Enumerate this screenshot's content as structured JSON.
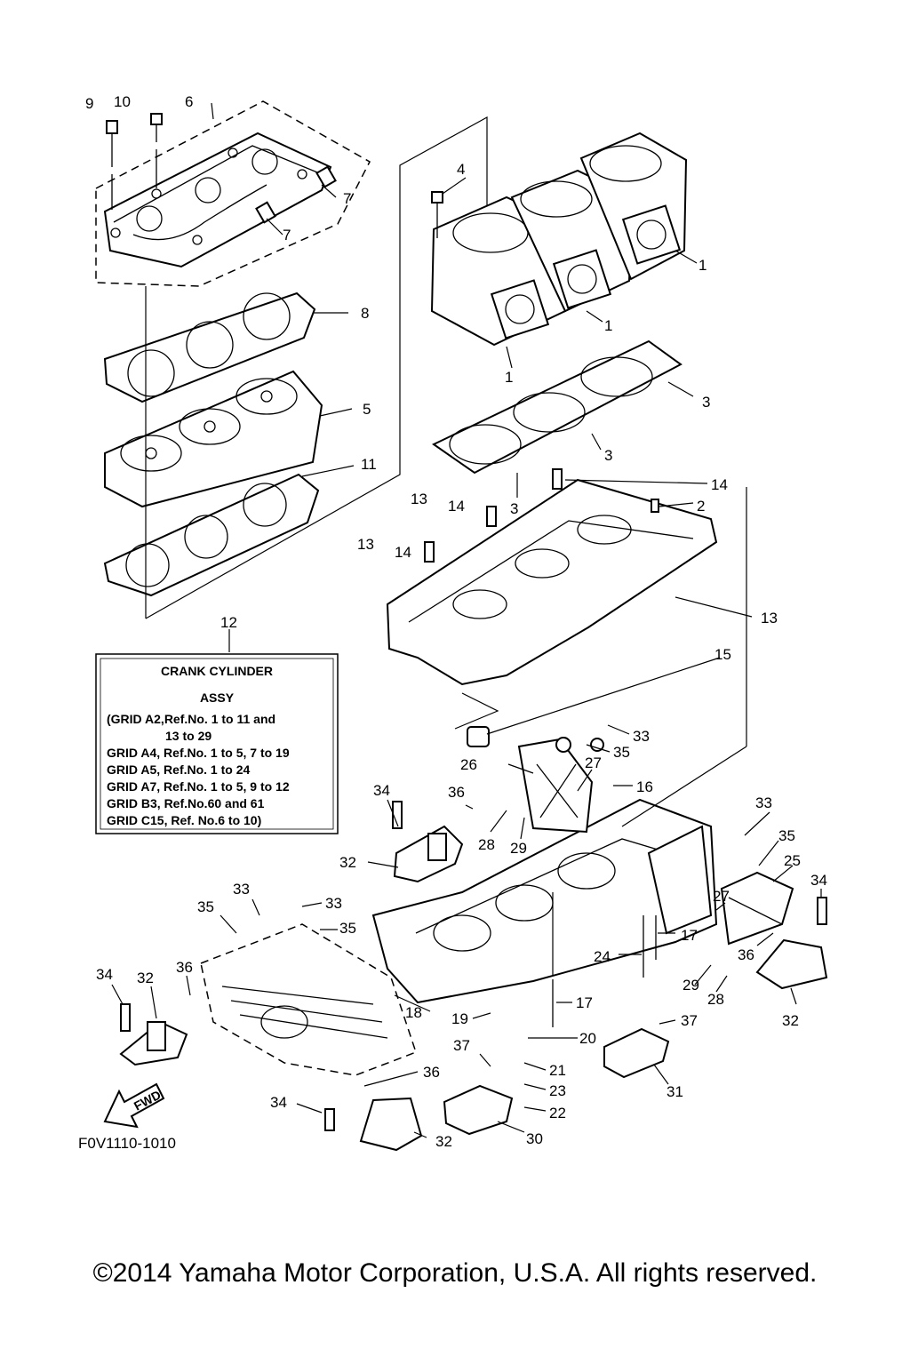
{
  "diagram": {
    "callouts": {
      "p1": "1",
      "p2": "2",
      "p3": "3",
      "p4": "4",
      "p5": "5",
      "p6": "6",
      "p7": "7",
      "p8": "8",
      "p9": "9",
      "p10": "10",
      "p11": "11",
      "p12": "12",
      "p13": "13",
      "p14": "14",
      "p15": "15",
      "p16": "16",
      "p17": "17",
      "p18": "18",
      "p19": "19",
      "p20": "20",
      "p21": "21",
      "p22": "22",
      "p23": "23",
      "p24": "24",
      "p25": "25",
      "p26": "26",
      "p27": "27",
      "p28": "28",
      "p29": "29",
      "p30": "30",
      "p31": "31",
      "p32": "32",
      "p33": "33",
      "p34": "34",
      "p35": "35",
      "p36": "36",
      "p37": "37"
    },
    "assy_box": {
      "title_1": "CRANK CYLINDER",
      "title_2": "ASSY",
      "lines": [
        "(GRID A2,Ref.No. 1 to 11 and",
        "13 to 29",
        "GRID A4, Ref.No. 1 to 5, 7 to 19",
        "GRID A5, Ref.No. 1 to 24",
        "GRID A7, Ref.No. 1 to 5, 9 to 12",
        "GRID B3, Ref.No.60 and 61",
        "GRID C15, Ref. No.6 to 10)"
      ]
    },
    "fwd_label": "FWD",
    "figure_code": "F0V1110-1010"
  },
  "footer": {
    "copyright": "©2014 Yamaha Motor Corporation, U.S.A. All rights reserved."
  }
}
